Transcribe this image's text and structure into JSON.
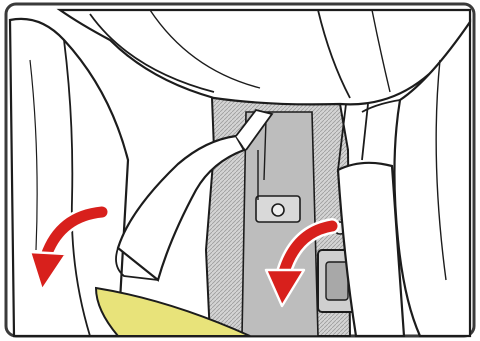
{
  "illustration": {
    "subject": "car-seat-installation-step",
    "colors": {
      "background": "#ffffff",
      "line": "#1c1c1c",
      "shade": "#c9c9c9",
      "dark_shade": "#9a9a9a",
      "arrow_red": "#d8201c",
      "arrow_outline": "#ffffff",
      "highlight_yellow": "#e8e37a",
      "frame": "#3a3a3a"
    },
    "arrows": [
      {
        "name": "left-rotate-arrow",
        "direction": "counterclockwise-down"
      },
      {
        "name": "right-rotate-arrow",
        "direction": "counterclockwise-down"
      }
    ]
  }
}
